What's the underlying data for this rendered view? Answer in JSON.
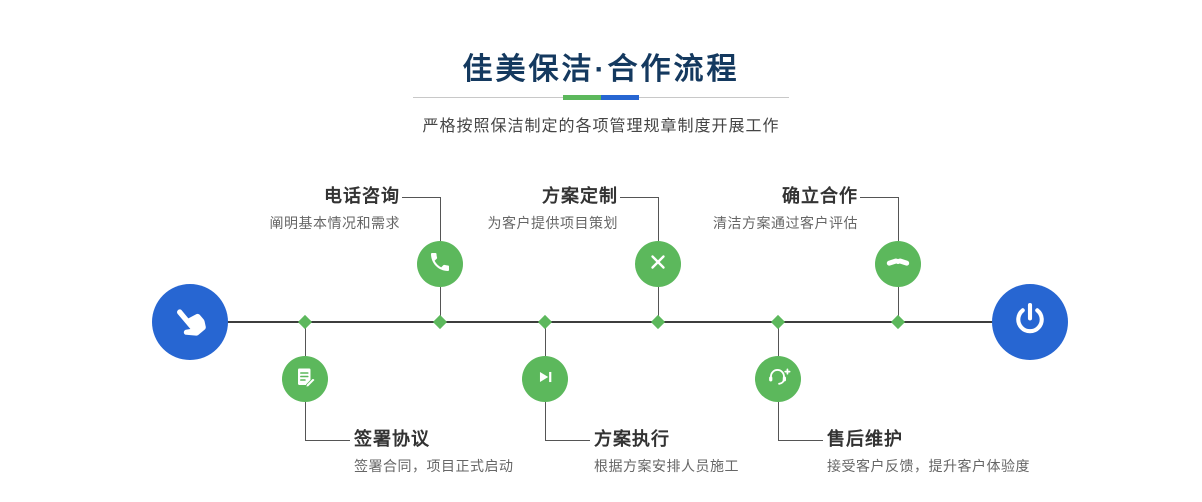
{
  "header": {
    "title": "佳美保洁·合作流程",
    "subtitle": "严格按照保洁制定的各项管理规章制度开展工作"
  },
  "timeline": {
    "start_icon": "pointing-hand-icon",
    "end_icon": "power-icon"
  },
  "steps": {
    "top": [
      {
        "title": "电话咨询",
        "desc": "阐明基本情况和需求",
        "icon": "phone-icon"
      },
      {
        "title": "方案定制",
        "desc": "为客户提供项目策划",
        "icon": "pen-tools-icon"
      },
      {
        "title": "确立合作",
        "desc": "清洁方案通过客户评估",
        "icon": "handshake-icon"
      }
    ],
    "bottom": [
      {
        "title": "签署协议",
        "desc": "签署合同，项目正式启动",
        "icon": "contract-icon"
      },
      {
        "title": "方案执行",
        "desc": "根据方案安排人员施工",
        "icon": "play-icon"
      },
      {
        "title": "售后维护",
        "desc": "接受客户反馈，提升客户体验度",
        "icon": "headset-icon"
      }
    ]
  },
  "colors": {
    "accent_green": "#5cb85c",
    "accent_blue": "#2766d2",
    "title_navy": "#14395f",
    "line": "#4a4a4a"
  }
}
